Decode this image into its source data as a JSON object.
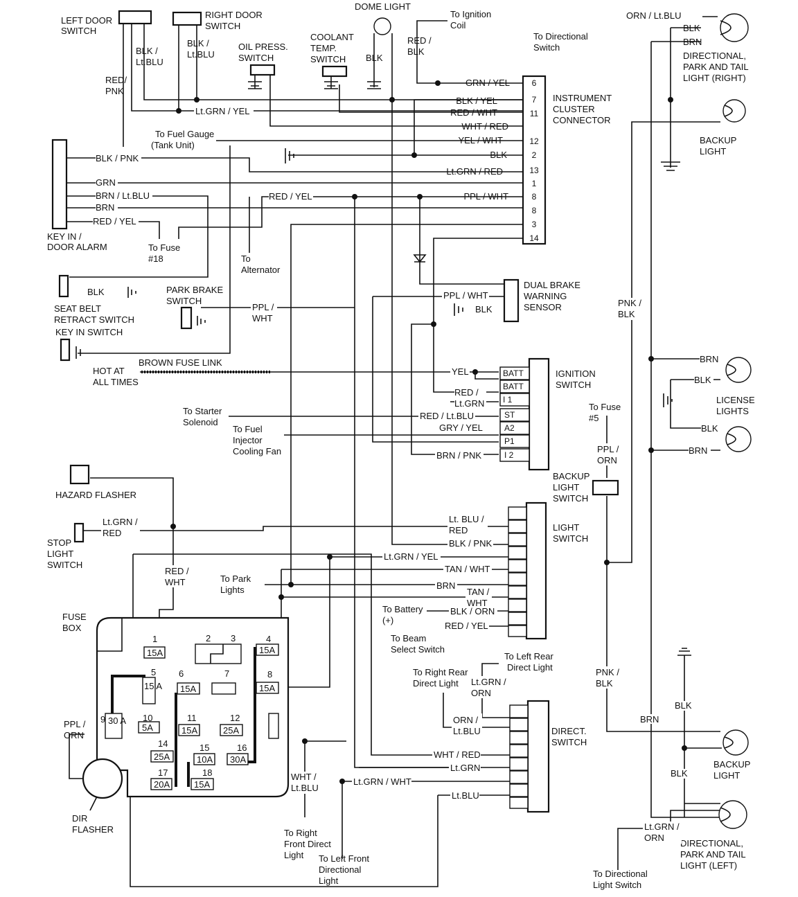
{
  "components": {
    "left_door_switch": [
      "LEFT DOOR",
      "SWITCH"
    ],
    "right_door_switch": [
      "RIGHT DOOR",
      "SWITCH"
    ],
    "dome_light": "DOME LIGHT",
    "oil_press_switch": [
      "OIL PRESS.",
      "SWITCH"
    ],
    "coolant_temp_switch": [
      "COOLANT",
      "TEMP.",
      "SWITCH"
    ],
    "instrument_cluster_connector": [
      "INSTRUMENT",
      "CLUSTER",
      "CONNECTOR"
    ],
    "dir_park_tail_right": [
      "DIRECTIONAL,",
      "PARK AND TAIL",
      "LIGHT (RIGHT)"
    ],
    "backup_light_top": [
      "BACKUP",
      "LIGHT"
    ],
    "key_in_door_alarm": [
      "KEY IN /",
      "DOOR ALARM"
    ],
    "seat_belt_retract_switch": [
      "SEAT BELT",
      "RETRACT SWITCH"
    ],
    "key_in_switch": "KEY IN SWITCH",
    "park_brake_switch": [
      "PARK BRAKE",
      "SWITCH"
    ],
    "dual_brake_warning_sensor": [
      "DUAL BRAKE",
      "WARNING",
      "SENSOR"
    ],
    "hot_at_all_times": [
      "HOT AT",
      "ALL TIMES"
    ],
    "brown_fuse_link": "BROWN FUSE LINK",
    "ignition_switch": [
      "IGNITION",
      "SWITCH"
    ],
    "license_lights": [
      "LICENSE",
      "LIGHTS"
    ],
    "hazard_flasher": "HAZARD FLASHER",
    "backup_light_switch": [
      "BACKUP",
      "LIGHT",
      "SWITCH"
    ],
    "stop_light_switch": [
      "STOP",
      "LIGHT",
      "SWITCH"
    ],
    "light_switch": [
      "LIGHT",
      "SWITCH"
    ],
    "fuse_box": [
      "FUSE",
      "BOX"
    ],
    "direct_switch": [
      "DIRECT.",
      "SWITCH"
    ],
    "backup_light_bottom": [
      "BACKUP",
      "LIGHT"
    ],
    "dir_flasher": [
      "DIR",
      "FLASHER"
    ],
    "dir_park_tail_left": [
      "DIRECTIONAL,",
      "PARK AND TAIL",
      "LIGHT (LEFT)"
    ]
  },
  "references": {
    "to_ignition_coil": [
      "To Ignition",
      "Coil"
    ],
    "to_directional_switch": [
      "To Directional",
      "Switch"
    ],
    "to_fuel_gauge": [
      "To Fuel Gauge",
      "(Tank Unit)"
    ],
    "to_fuse_18": [
      "To Fuse",
      "#18"
    ],
    "to_alternator": [
      "To",
      "Alternator"
    ],
    "to_starter_solenoid": [
      "To Starter",
      "Solenoid"
    ],
    "to_fuel_injector_fan": [
      "To Fuel",
      "Injector",
      "Cooling Fan"
    ],
    "to_fuse_5": [
      "To Fuse",
      "#5"
    ],
    "to_park_lights": [
      "To Park",
      "Lights"
    ],
    "to_battery": [
      "To Battery",
      "(+)"
    ],
    "to_beam_select": [
      "To Beam",
      "Select Switch"
    ],
    "to_left_rear": [
      "To Left Rear",
      "Direct Light"
    ],
    "to_right_rear": [
      "To Right Rear",
      "Direct Light"
    ],
    "to_right_front": [
      "To Right",
      "Front Direct",
      "Light"
    ],
    "to_left_front": [
      "To Left Front",
      "Directional",
      "Light"
    ],
    "to_dir_light_switch": [
      "To Directional",
      "Light Switch"
    ]
  },
  "cluster_pins": [
    {
      "pin": "6",
      "wire": "GRN / YEL"
    },
    {
      "pin": "7",
      "wire": "BLK / YEL"
    },
    {
      "pin": "11",
      "wire": "RED / WHT"
    },
    {
      "pin": "",
      "wire": "WHT / RED"
    },
    {
      "pin": "12",
      "wire": "YEL / WHT"
    },
    {
      "pin": "2",
      "wire": "BLK"
    },
    {
      "pin": "13",
      "wire": "Lt.GRN / RED"
    },
    {
      "pin": "1",
      "wire": ""
    },
    {
      "pin": "8",
      "wire": "PPL / WHT"
    },
    {
      "pin": "8",
      "wire": ""
    },
    {
      "pin": "3",
      "wire": ""
    },
    {
      "pin": "14",
      "wire": ""
    }
  ],
  "ignition_pins": [
    "BATT",
    "BATT",
    "I 1",
    "ST",
    "A2",
    "P1",
    "I 2"
  ],
  "fuses": [
    {
      "num": "1",
      "rating": "15A"
    },
    {
      "num": "2",
      "rating": ""
    },
    {
      "num": "3",
      "rating": ""
    },
    {
      "num": "4",
      "rating": "15A"
    },
    {
      "num": "5",
      "rating": "15 A"
    },
    {
      "num": "6",
      "rating": "15A"
    },
    {
      "num": "7",
      "rating": ""
    },
    {
      "num": "8",
      "rating": "15A"
    },
    {
      "num": "9",
      "rating": "30 A"
    },
    {
      "num": "10",
      "rating": "5A"
    },
    {
      "num": "11",
      "rating": "15A"
    },
    {
      "num": "12",
      "rating": "25A"
    },
    {
      "num": "14",
      "rating": "25A"
    },
    {
      "num": "15",
      "rating": "10A"
    },
    {
      "num": "16",
      "rating": "30A"
    },
    {
      "num": "17",
      "rating": "20A"
    },
    {
      "num": "18",
      "rating": "15A"
    }
  ],
  "wires": {
    "orn_ltblu": "ORN / Lt.BLU",
    "blk_top": "BLK",
    "brn_top": "BRN",
    "red_blk": [
      "RED /",
      "BLK"
    ],
    "blk_ltblu": [
      "BLK /",
      "Lt.BLU"
    ],
    "blk_ltblu2": [
      "BLK /",
      "Lt.BLU"
    ],
    "red_pnk": [
      "RED/",
      "PNK"
    ],
    "blk_dome": "BLK",
    "ltgrn_yel": "Lt.GRN / YEL",
    "blk_pnk": "BLK / PNK",
    "grn": "GRN",
    "brn_ltblu": "BRN / Lt.BLU",
    "brn": "BRN",
    "red_yel": "RED / YEL",
    "red_yel2": "RED / YEL",
    "blk_seat": "BLK",
    "ppl_wht_park": [
      "PPL /",
      "WHT"
    ],
    "ppl_wht_sensor": "PPL / WHT",
    "blk_sensor": "BLK",
    "pnk_blk_top": [
      "PNK /",
      "BLK"
    ],
    "brn_lic1": "BRN",
    "blk_lic1": "BLK",
    "blk_lic2": "BLK",
    "brn_lic2": "BRN",
    "yel": "YEL",
    "red_ltgrn": [
      "RED /",
      "Lt.GRN"
    ],
    "red_ltblu": "RED / Lt.BLU",
    "gry_yel": "GRY / YEL",
    "brn_pnk": "BRN / PNK",
    "ppl_orn": [
      "PPL /",
      "ORN"
    ],
    "ltgrn_red_stop": [
      "Lt.GRN /",
      "RED"
    ],
    "red_wht_hz": [
      "RED /",
      "WHT"
    ],
    "ltblu_red_ls": [
      "Lt. BLU /",
      "RED"
    ],
    "blk_pnk_ls": "BLK / PNK",
    "ltgrn_yel_ls": "Lt.GRN / YEL",
    "tan_wht_ls": "TAN / WHT",
    "brn_ls": "BRN",
    "tan_wht_ls2": [
      "TAN /",
      "WHT"
    ],
    "blk_orn": "BLK / ORN",
    "red_yel_ls": "RED / YEL",
    "pnk_blk_bot": [
      "PNK /",
      "BLK"
    ],
    "ltgrn_orn": [
      "Lt.GRN /",
      "ORN"
    ],
    "orn_ltblu_ds": [
      "ORN /",
      "Lt.BLU"
    ],
    "wht_red_ds": "WHT / RED",
    "ltgrn_ds": "Lt.GRN",
    "ltgrn_wht_ds": "Lt.GRN / WHT",
    "ltblu_ds": "Lt.BLU",
    "ppl_orn_flasher": [
      "PPL /",
      "ORN"
    ],
    "wht_ltblu": [
      "WHT /",
      "Lt.BLU"
    ],
    "brn_bot": "BRN",
    "blk_bk1": "BLK",
    "blk_bk2": "BLK",
    "ltgrn_orn_left": [
      "Lt.GRN /",
      "ORN"
    ]
  }
}
